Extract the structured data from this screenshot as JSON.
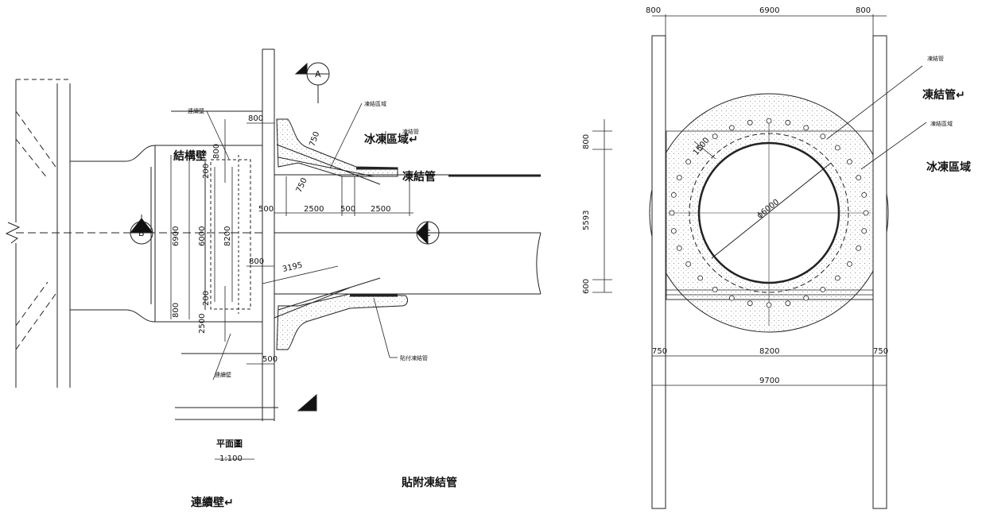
{
  "plan": {
    "dims_h": [
      "800",
      "500",
      "2500",
      "500",
      "2500",
      "800",
      "500",
      "3195"
    ],
    "dims_v": [
      "800",
      "200",
      "6900",
      "6000",
      "8200",
      "200",
      "800",
      "2500"
    ],
    "angle_dims": [
      "750",
      "750"
    ],
    "labels": {
      "diaphragm_wall_small": "連續壁",
      "frozen_zone_small": "凍結區域",
      "freezing_pipe_small": "凍結管",
      "attached_pipe_small": "貼付凍結管",
      "lining_wall_small": "連續壁"
    },
    "callouts": {
      "structural_wall": "結構壁",
      "frozen_zone": "冰凍區域↵",
      "freezing_pipe": "凍結管"
    },
    "sections": {
      "a": "A",
      "b": "B",
      "c": "C"
    },
    "title": "平面圖",
    "scale": "1:100"
  },
  "section": {
    "dims_top": [
      "800",
      "6900",
      "800"
    ],
    "dims_left": [
      "800",
      "5593",
      "600"
    ],
    "dims_bottom": [
      "750",
      "8200",
      "750"
    ],
    "dim_total": "9700",
    "radial": "1500",
    "diameter": "ϕ6000",
    "labels": {
      "freezing_pipe_small": "凍結管",
      "frozen_zone_small": "凍結區域"
    },
    "callouts": {
      "freezing_pipe": "凍結管↵",
      "frozen_zone": "冰凍區域"
    }
  },
  "captions": {
    "attached_pipe": "貼附凍結管",
    "diaphragm_wall": "連續壁↵"
  }
}
